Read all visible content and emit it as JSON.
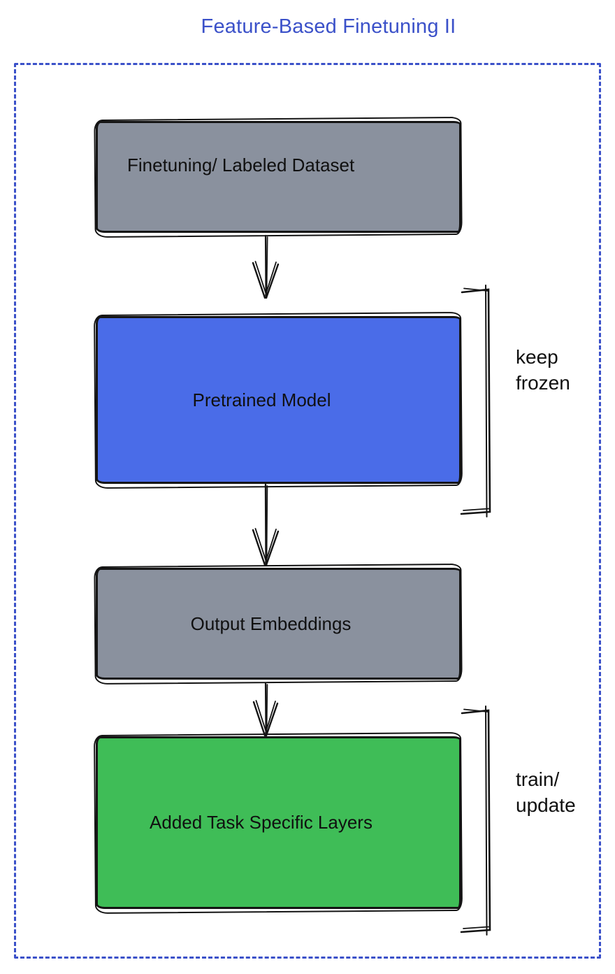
{
  "title": "Feature-Based Finetuning II",
  "colors": {
    "title_blue": "#3b51c9",
    "frame_dash_blue": "#3b51c9",
    "box_gray": "#8a919e",
    "box_blue": "#4a6ce8",
    "box_green": "#3fbd57",
    "ink_black": "#141414"
  },
  "boxes": {
    "dataset": {
      "label": "Finetuning/ Labeled Dataset"
    },
    "pretrained": {
      "label": "Pretrained Model"
    },
    "embeddings": {
      "label": "Output Embeddings"
    },
    "task_layers": {
      "label": "Added Task Specific Layers"
    }
  },
  "annotations": {
    "keep_frozen": "keep\nfrozen",
    "train_update": "train/\nupdate"
  }
}
